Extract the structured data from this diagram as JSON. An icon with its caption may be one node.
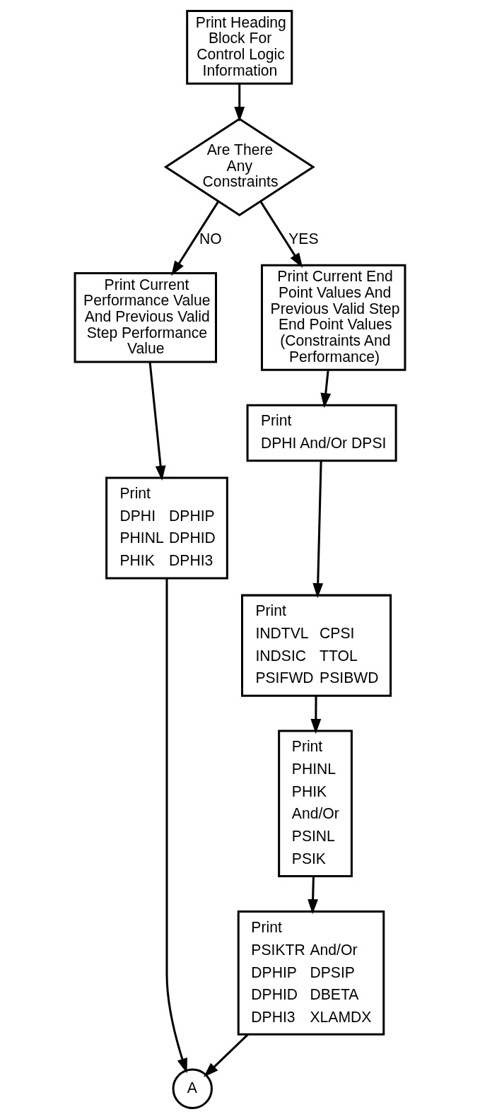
{
  "diagram": {
    "nodes": [
      {
        "text": [
          "Print Heading Block For Control Logic Information"
        ]
      },
      {
        "text": [
          "Are There Any Constraints"
        ]
      },
      {
        "text": [
          "Print Current Performance Value And Previous Valid Step Performance Value"
        ]
      },
      {
        "text": [
          "Print Current End Point Values And Previous Valid Step End Point Values (Constraints And Performance)"
        ]
      },
      {
        "text": [
          "Print",
          "DPHI",
          "DPHIP",
          "PHINL",
          "DPHID",
          "PHIK",
          "DPHI3"
        ]
      },
      {
        "text": [
          "Print",
          "DPHI And/Or DPSI"
        ]
      },
      {
        "text": [
          "Print",
          "INDTVL",
          "CPSI",
          "INDSIC",
          "TTOL",
          "PSIFWD",
          "PSIBWD"
        ]
      },
      {
        "text": [
          "Print",
          "PHINL",
          "PHIK",
          "And/Or",
          "PSINL",
          "PSIK"
        ]
      },
      {
        "text": [
          "Print",
          "PSIKTR",
          "And/Or",
          "DPHIP",
          "DPSIP",
          "DPHID",
          "DBETA",
          "DPHI3",
          "XLAMDX"
        ]
      },
      {
        "text": [
          "A"
        ]
      }
    ],
    "edges": [
      {
        "from": 0,
        "to": 1,
        "arrow": "to"
      },
      {
        "from": 1,
        "to": 2,
        "arrow": "to",
        "label": "NO"
      },
      {
        "from": 1,
        "to": 3,
        "arrow": "to",
        "label": "YES"
      },
      {
        "from": 2,
        "to": 4,
        "arrow": "to"
      },
      {
        "from": 3,
        "to": 5,
        "arrow": "to"
      },
      {
        "from": 5,
        "to": 6,
        "arrow": "to"
      },
      {
        "from": 6,
        "to": 7,
        "arrow": "to"
      },
      {
        "from": 7,
        "to": 8,
        "arrow": "to"
      },
      {
        "from": 8,
        "to": 9,
        "arrow": "to"
      },
      {
        "from": 4,
        "to": 9,
        "arrow": "to"
      }
    ]
  }
}
